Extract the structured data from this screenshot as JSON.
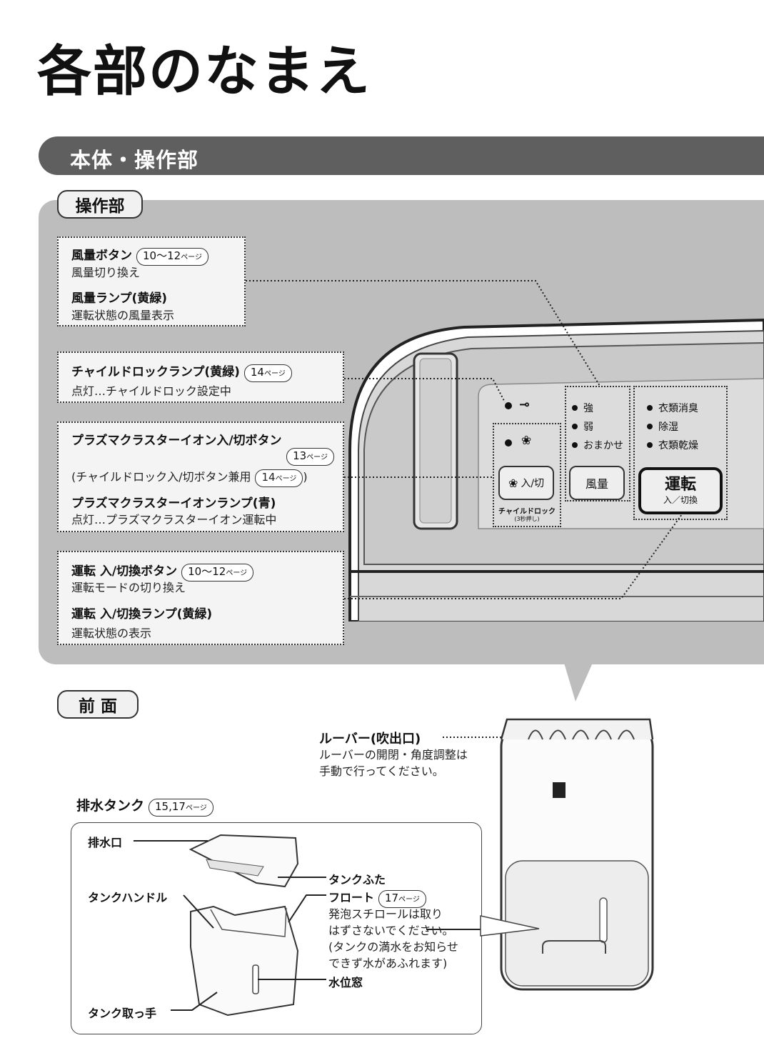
{
  "title": "各部のなまえ",
  "section": "本体・操作部",
  "panel_label": "操作部",
  "front_label": "前 面",
  "controls": {
    "fan_button": {
      "label": "風量ボタン",
      "ref": "10〜12",
      "ref_unit": "ページ",
      "desc": "風量切り換え"
    },
    "fan_lamp": {
      "label": "風量ランプ(黄緑)",
      "desc": "運転状態の風量表示"
    },
    "child_lock_lamp": {
      "label": "チャイルドロックランプ(黄緑)",
      "ref": "14",
      "ref_unit": "ページ",
      "desc": "点灯…チャイルドロック設定中"
    },
    "plasma_button": {
      "label": "プラズマクラスターイオン入/切ボタン",
      "ref": "13",
      "ref_unit": "ページ",
      "desc_pre": "(チャイルドロック入/切ボタン兼用",
      "desc_ref": "14",
      "desc_post": ")"
    },
    "plasma_lamp": {
      "label": "プラズマクラスターイオンランプ(青)",
      "desc": "点灯…プラズマクラスターイオン運転中"
    },
    "run_button": {
      "label": "運転 入/切換ボタン",
      "ref": "10〜12",
      "ref_unit": "ページ",
      "desc": "運転モードの切り換え"
    },
    "run_lamp": {
      "label": "運転 入/切換ランプ(黄緑)",
      "desc": "運転状態の表示"
    }
  },
  "panel_ui": {
    "fan_levels": [
      "強",
      "弱",
      "おまかせ"
    ],
    "modes": [
      "衣類消臭",
      "除湿",
      "衣類乾燥"
    ],
    "plasma_btn": "入/切",
    "child_lock": "チャイルドロック",
    "child_lock_sub": "(3秒押し)",
    "fan_btn": "風量",
    "run_btn_main": "運転",
    "run_btn_sub": "入／切換"
  },
  "front": {
    "louver": {
      "label": "ルーバー(吹出口)",
      "desc": [
        "ルーバーの開閉・角度調整は",
        "手動で行ってください。"
      ]
    },
    "tank": {
      "label": "排水タンク",
      "ref": "15,17",
      "ref_unit": "ページ"
    },
    "outlet": "排水口",
    "tank_lid": "タンクふた",
    "tank_handle": "タンクハンドル",
    "float": {
      "label": "フロート",
      "ref": "17",
      "ref_unit": "ページ",
      "desc": [
        "発泡スチロールは取り",
        "はずさないでください。",
        "(タンクの満水をお知らせ",
        "できず水があふれます)"
      ]
    },
    "water_window": "水位窓",
    "tank_grip": "タンク取っ手"
  }
}
